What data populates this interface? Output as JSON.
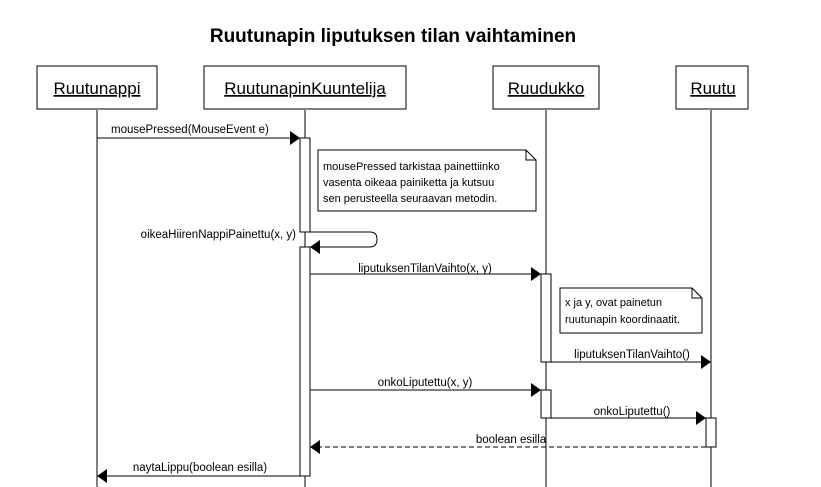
{
  "diagram": {
    "title": "Ruutunapin liputuksen tilan vaihtaminen",
    "participants": [
      {
        "id": "ruutunappi",
        "label": "Ruutunappi"
      },
      {
        "id": "kuuntelija",
        "label": "RuutunapinKuuntelija"
      },
      {
        "id": "ruudukko",
        "label": "Ruudukko"
      },
      {
        "id": "ruutu",
        "label": "Ruutu"
      }
    ],
    "messages": [
      {
        "from": "ruutunappi",
        "to": "kuuntelija",
        "label": "mousePressed(MouseEvent e)",
        "style": "sync"
      },
      {
        "from": "kuuntelija",
        "to": "kuuntelija",
        "label": "oikeaHiirenNappiPainettu(x, y)",
        "style": "self"
      },
      {
        "from": "kuuntelija",
        "to": "ruudukko",
        "label": "liputuksenTilanVaihto(x, y)",
        "style": "sync"
      },
      {
        "from": "ruudukko",
        "to": "ruutu",
        "label": "liputuksenTilanVaihto()",
        "style": "sync"
      },
      {
        "from": "kuuntelija",
        "to": "ruudukko",
        "label": "onkoLiputettu(x, y)",
        "style": "sync"
      },
      {
        "from": "ruudukko",
        "to": "ruutu",
        "label": "onkoLiputettu()",
        "style": "sync"
      },
      {
        "from": "ruutu",
        "to": "kuuntelija",
        "label": "boolean esilla",
        "style": "return"
      },
      {
        "from": "kuuntelija",
        "to": "ruutunappi",
        "label": "naytaLippu(boolean esilla)",
        "style": "sync"
      }
    ],
    "notes": [
      {
        "lines": [
          "mousePressed tarkistaa painettiinko",
          "vasenta oikeaa painiketta ja kutsuu",
          "sen perusteella seuraavan metodin."
        ]
      },
      {
        "lines": [
          "x ja y, ovat painetun",
          "ruutunapin koordinaatit."
        ]
      }
    ]
  }
}
